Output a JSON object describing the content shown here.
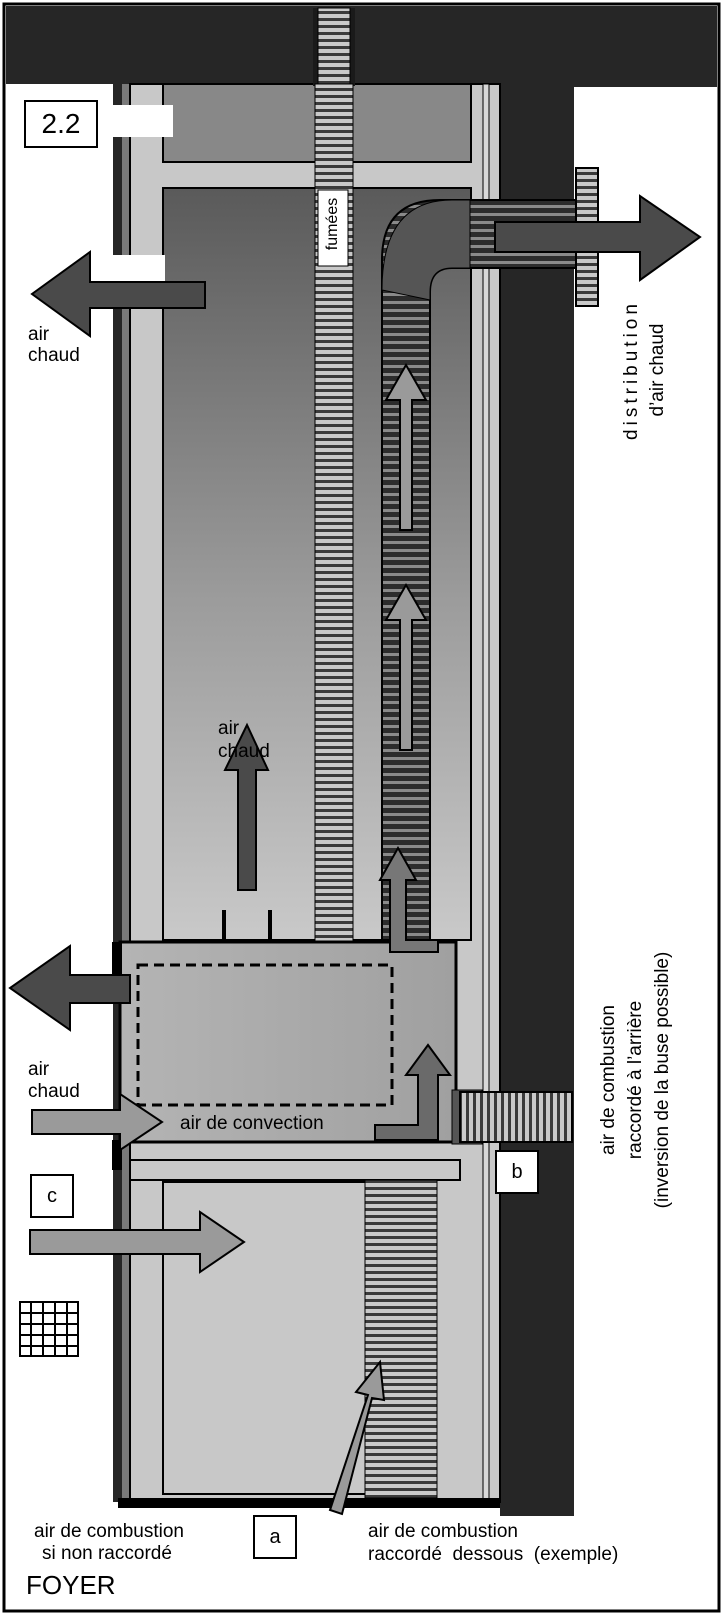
{
  "figure_number": "2.2",
  "labels": {
    "fumees": "fumées",
    "air_chaud_top_1": "air",
    "air_chaud_top_2": "chaud",
    "air_chaud_mid_1": "air",
    "air_chaud_mid_2": "chaud",
    "air_chaud_low_1": "air",
    "air_chaud_low_2": "chaud",
    "distribution_1": "distribution",
    "distribution_2": "d’air chaud",
    "convection": "air de convection",
    "combustion_rear_1": "air de combustion",
    "combustion_rear_2": "raccordé à l’arrière",
    "combustion_rear_3": "(inversion de la buse possible)",
    "combustion_si_1": "air de combustion",
    "combustion_si_2": "si non raccordé",
    "combustion_dessous_1": "air de combustion",
    "combustion_dessous_2": "raccordé  dessous  (exemple)",
    "foyer": "FOYER"
  },
  "markers": {
    "a": "a",
    "b": "b",
    "c": "c"
  },
  "colors": {
    "wall_dark": "#262626",
    "frame_light": "#c8c8c8",
    "arrow_dark": "#4a4a4a",
    "arrow_light": "#9a9a9a",
    "box_gray": "#a9a9a9"
  }
}
